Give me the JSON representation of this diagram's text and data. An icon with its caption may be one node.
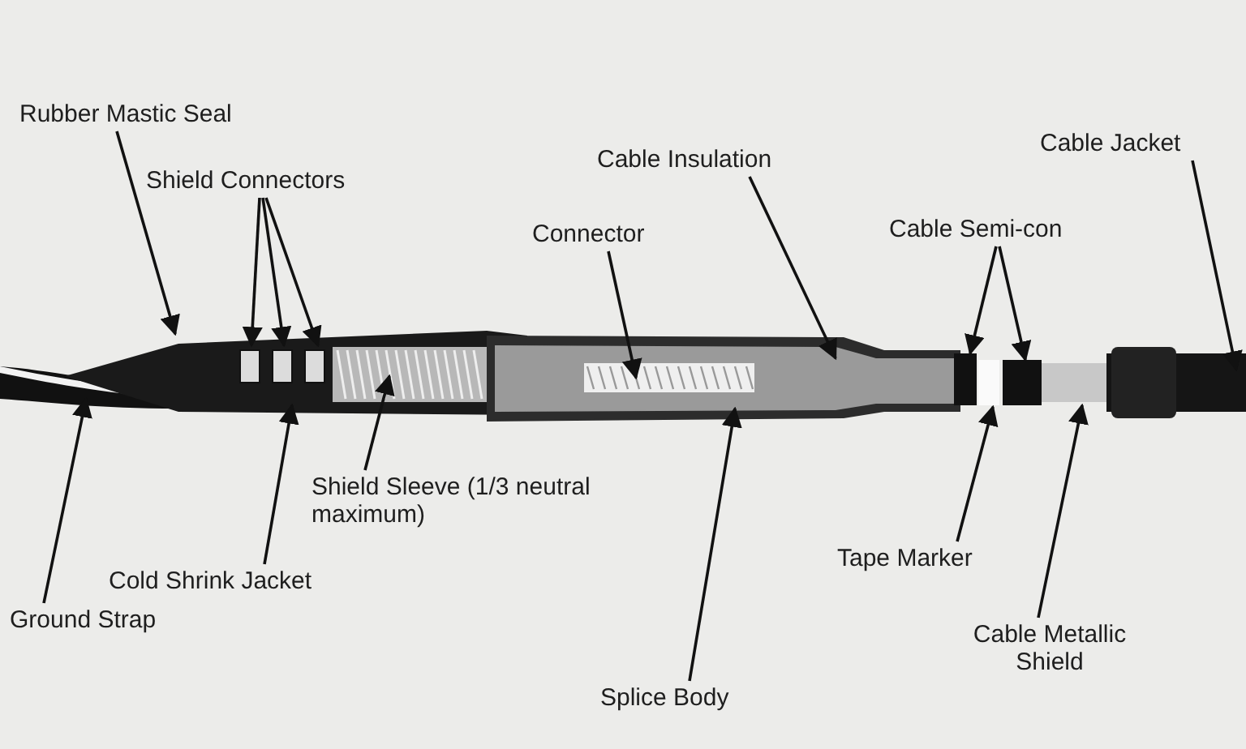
{
  "diagram": {
    "nodes": [
      {
        "text": [
          "Rubber Mastic Seal"
        ]
      },
      {
        "text": [
          "Shield Connectors"
        ]
      },
      {
        "text": [
          "Cable Insulation"
        ]
      },
      {
        "text": [
          "Connector"
        ]
      },
      {
        "text": [
          "Cable Jacket"
        ]
      },
      {
        "text": [
          "Cable Semi-con"
        ]
      },
      {
        "text": [
          "Shield Sleeve (1/3 neutral maximum)"
        ]
      },
      {
        "text": [
          "Cold Shrink Jacket"
        ]
      },
      {
        "text": [
          "Ground Strap"
        ]
      },
      {
        "text": [
          "Tape Marker"
        ]
      },
      {
        "text": [
          "Cable Metallic Shield"
        ]
      },
      {
        "text": [
          "Splice Body"
        ]
      }
    ],
    "edges": [
      {
        "from": 0,
        "to": null,
        "arrow": "to"
      },
      {
        "from": 1,
        "to": null,
        "arrow": "to"
      },
      {
        "from": 1,
        "to": null,
        "arrow": "to"
      },
      {
        "from": 1,
        "to": null,
        "arrow": "to"
      },
      {
        "from": 2,
        "to": null,
        "arrow": "to"
      },
      {
        "from": 3,
        "to": null,
        "arrow": "to"
      },
      {
        "from": 4,
        "to": null,
        "arrow": "to"
      },
      {
        "from": 5,
        "to": null,
        "arrow": "to"
      },
      {
        "from": 5,
        "to": null,
        "arrow": "to"
      },
      {
        "from": 6,
        "to": null,
        "arrow": "to"
      },
      {
        "from": 7,
        "to": null,
        "arrow": "to"
      },
      {
        "from": 8,
        "to": null,
        "arrow": "to"
      },
      {
        "from": 9,
        "to": null,
        "arrow": "to"
      },
      {
        "from": 10,
        "to": null,
        "arrow": "to"
      },
      {
        "from": 11,
        "to": null,
        "arrow": "to"
      }
    ]
  }
}
